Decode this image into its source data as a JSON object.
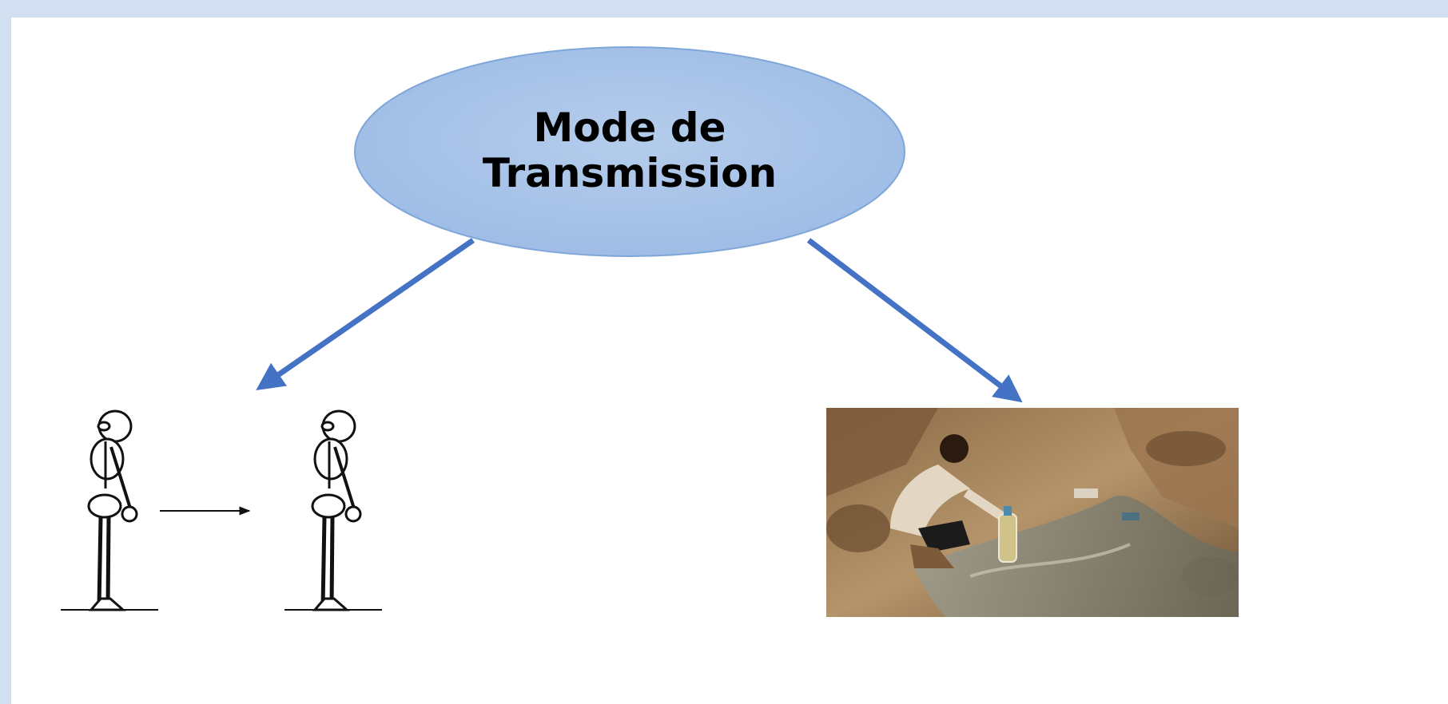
{
  "central_node": {
    "line1": "Mode de",
    "line2": "Transmission",
    "fill": "#a9c4e8",
    "stroke": "#7ea6d9"
  },
  "branches": [
    {
      "target": "person-to-person",
      "icon": "two-stick-figures-icon"
    },
    {
      "target": "contaminated-water",
      "icon": "child-collecting-water-photo"
    }
  ],
  "colors": {
    "arrow": "#4472c4",
    "frame": "#d1dff0"
  }
}
